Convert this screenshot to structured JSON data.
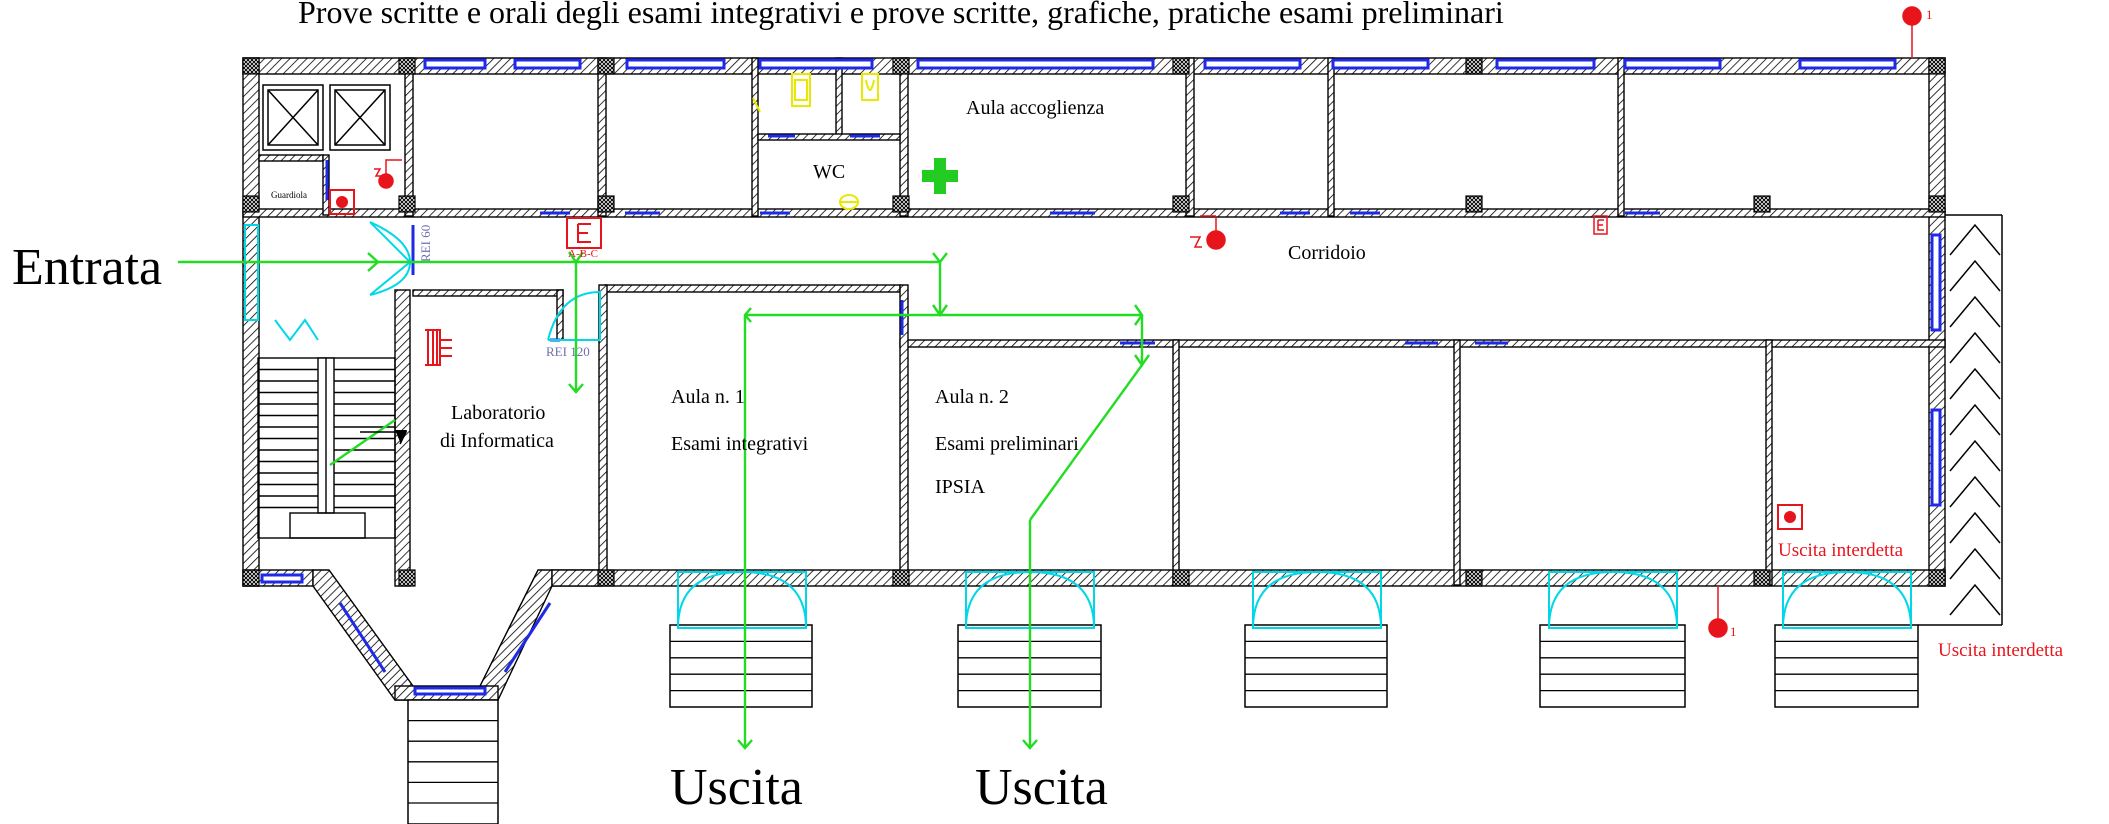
{
  "title": "Prove scritte e orali degli esami integrativi e prove scritte, grafiche, pratiche esami preliminari",
  "labels": {
    "entrata": "Entrata",
    "uscita_left": "Uscita",
    "uscita_right": "Uscita",
    "uscita_interdetta_inner": "Uscita interdetta",
    "uscita_interdetta_outer": "Uscita interdetta",
    "corridoio": "Corridoio",
    "aula_accoglienza": "Aula accoglienza",
    "wc": "WC",
    "guardiola": "Guardiola",
    "lab_line1": "Laboratorio",
    "lab_line2": "di Informatica",
    "aula1_name": "Aula n. 1",
    "aula1_use": "Esami integrativi",
    "aula2_name": "Aula n. 2",
    "aula2_use": "Esami preliminari",
    "aula2_extra": "IPSIA",
    "rei60": "REI 60",
    "rei120": "REI 120",
    "extinguisher_class": "A-B-C",
    "extinguisher_letter": "E",
    "alarm_number_top": "1",
    "alarm_number_bottom": "1"
  },
  "colors": {
    "wall_hatch": "#000000",
    "window": "#1e2ae6",
    "door": "#00d8e8",
    "escape_route": "#22dd22",
    "safety": "#e8141b",
    "sanitary": "#e8e800",
    "first_aid": "#22cc22",
    "rei_text": "#6f6fb0"
  },
  "icons": [
    "first-aid-cross-icon",
    "fire-extinguisher-icon",
    "fire-alarm-icon",
    "hydrant-icon",
    "alarm-button-icon",
    "elevator-icon"
  ]
}
